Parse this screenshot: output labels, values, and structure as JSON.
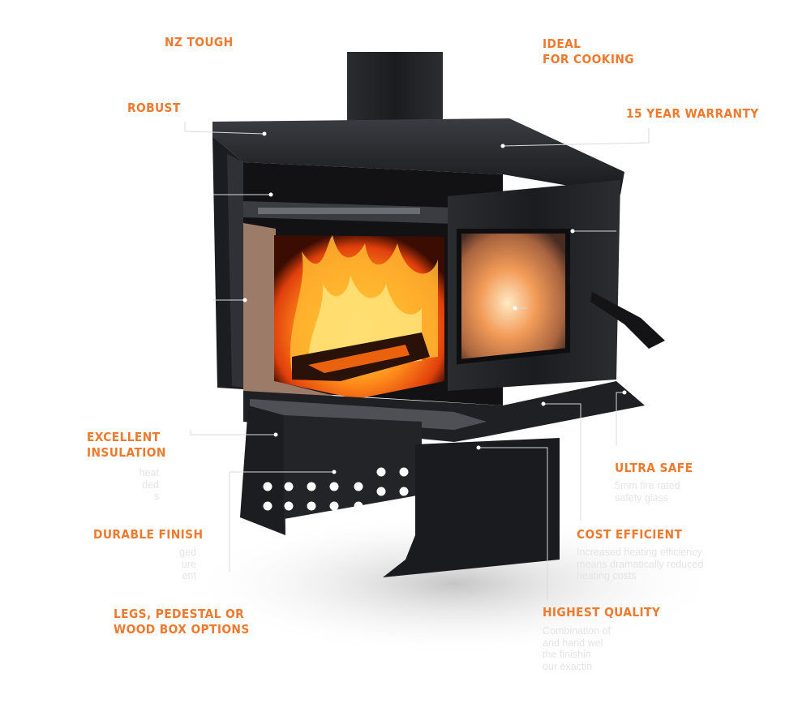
{
  "features": {
    "nz_tough": {
      "title": [
        "NZ TOUGH"
      ],
      "desc": []
    },
    "ideal_cooking": {
      "title": [
        "IDEAL",
        "FOR COOKING"
      ],
      "desc": []
    },
    "robust": {
      "title": [
        "ROBUST"
      ],
      "desc": []
    },
    "warranty": {
      "title": [
        "15 YEAR WARRANTY"
      ],
      "desc": []
    },
    "insulation": {
      "title": [
        "EXCELLENT",
        "INSULATION"
      ],
      "desc": [
        "heat",
        "ded",
        "s"
      ]
    },
    "durable": {
      "title": [
        "DURABLE FINISH"
      ],
      "desc": [
        "ged",
        "ure",
        "ent"
      ]
    },
    "legs": {
      "title": [
        "LEGS, PEDESTAL OR",
        "WOOD BOX OPTIONS"
      ],
      "desc": []
    },
    "ultra_safe": {
      "title": [
        "ULTRA SAFE"
      ],
      "desc": [
        "5mm fire rated",
        "safety glass"
      ]
    },
    "cost": {
      "title": [
        "COST EFFICIENT"
      ],
      "desc": [
        "Increased heating efficiency",
        "means dramatically reduced",
        "heating costs"
      ]
    },
    "quality": {
      "title": [
        "HIGHEST QUALITY"
      ],
      "desc": [
        "Combination of",
        "and hand wel",
        "the finishin",
        "our exactin"
      ]
    }
  },
  "colors": {
    "accent": "#ee7a2f",
    "steel": "#1f2124",
    "fire": "#ff8a1a",
    "lining": "#9c7b68",
    "leader": "#d9d9d9"
  }
}
